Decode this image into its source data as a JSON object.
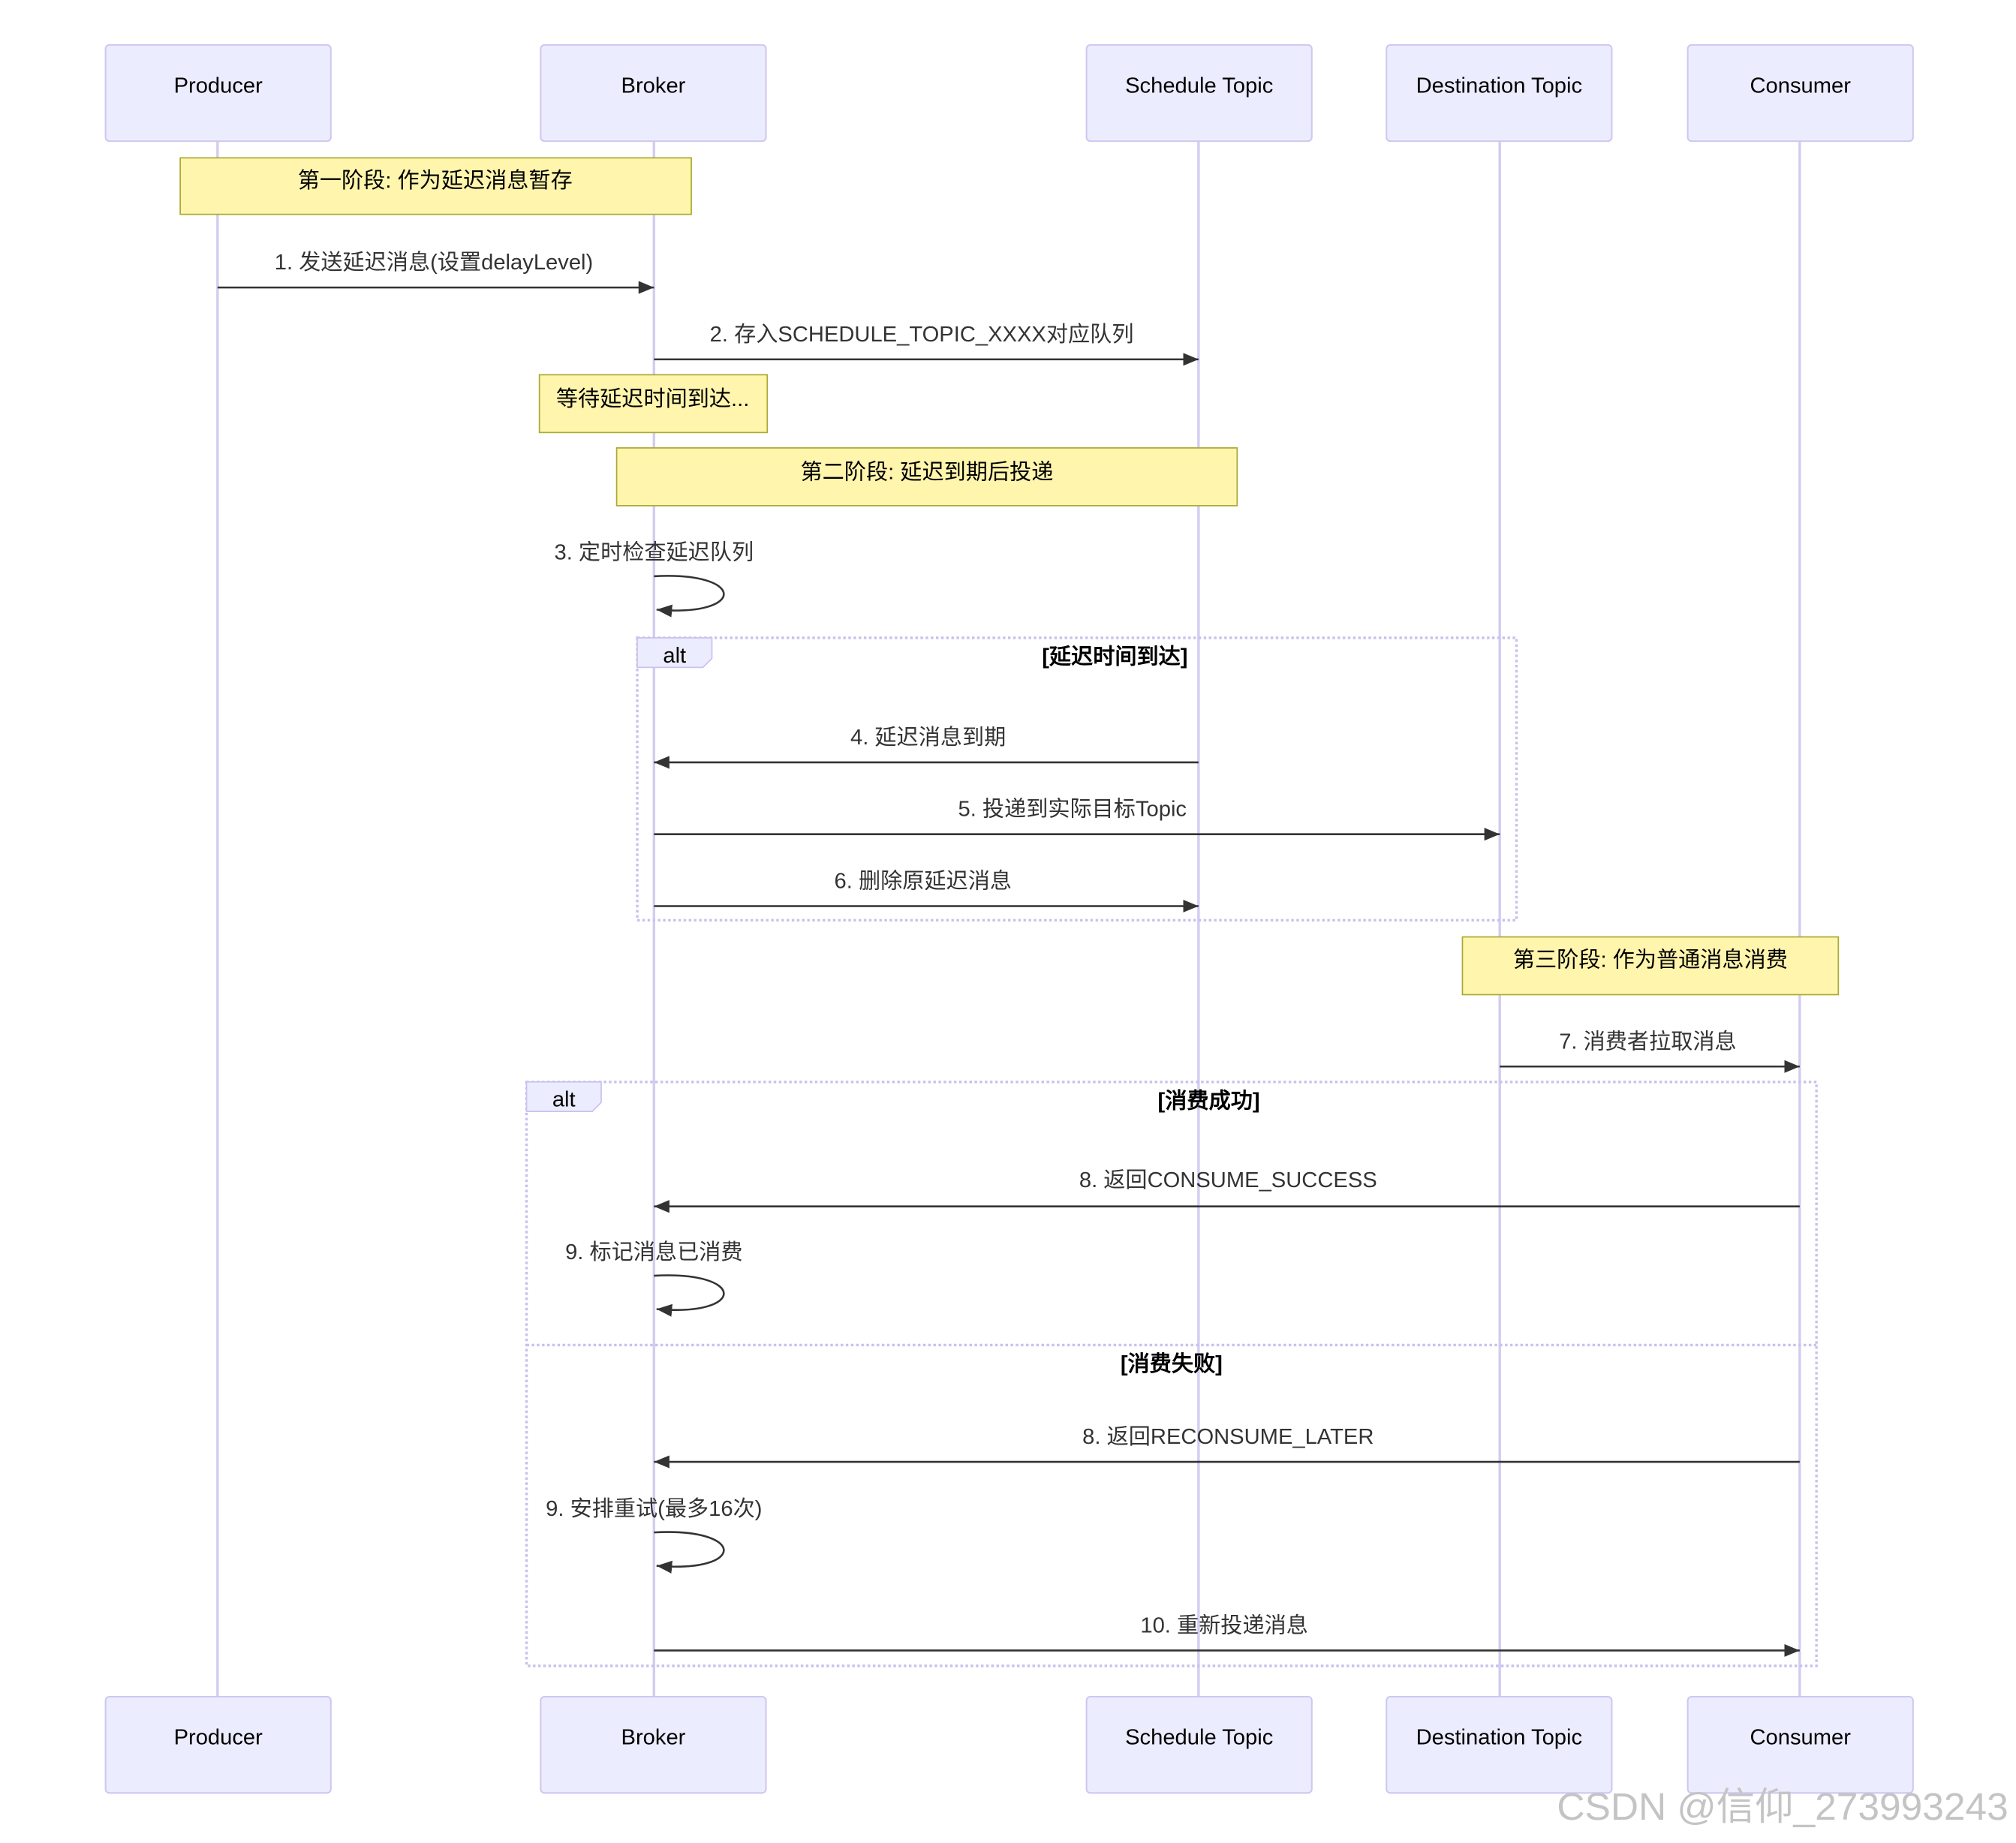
{
  "participants": [
    {
      "name": "Producer"
    },
    {
      "name": "Broker"
    },
    {
      "name": "Schedule Topic"
    },
    {
      "name": "Destination Topic"
    },
    {
      "name": "Consumer"
    }
  ],
  "notes": [
    {
      "text": "第一阶段: 作为延迟消息暂存"
    },
    {
      "text": "等待延迟时间到达..."
    },
    {
      "text": "第二阶段: 延迟到期后投递"
    },
    {
      "text": "第三阶段: 作为普通消息消费"
    }
  ],
  "messages": [
    {
      "label": "1. 发送延迟消息(设置delayLevel)"
    },
    {
      "label": "2. 存入SCHEDULE_TOPIC_XXXX对应队列"
    },
    {
      "label": "3. 定时检查延迟队列"
    },
    {
      "label": "4. 延迟消息到期"
    },
    {
      "label": "5. 投递到实际目标Topic"
    },
    {
      "label": "6. 删除原延迟消息"
    },
    {
      "label": "7. 消费者拉取消息"
    },
    {
      "label": "8. 返回CONSUME_SUCCESS"
    },
    {
      "label": "9. 标记消息已消费"
    },
    {
      "label": "8. 返回RECONSUME_LATER"
    },
    {
      "label": "9. 安排重试(最多16次)"
    },
    {
      "label": "10. 重新投递消息"
    }
  ],
  "alt_blocks": [
    {
      "keyword": "alt",
      "sections": [
        "[延迟时间到达]"
      ]
    },
    {
      "keyword": "alt",
      "sections": [
        "[消费成功]",
        "[消费失败]"
      ]
    }
  ],
  "watermark": "CSDN @信仰_273993243",
  "colors": {
    "actor_fill": "#ECECFF",
    "actor_stroke": "#CFC7F0",
    "lifeline": "#D4CCF0",
    "note_fill": "#FFF5AD",
    "note_stroke": "#AAAA33",
    "message": "#333333",
    "alt_stroke": "#C9C1EE",
    "watermark": "#C4C4C4"
  }
}
